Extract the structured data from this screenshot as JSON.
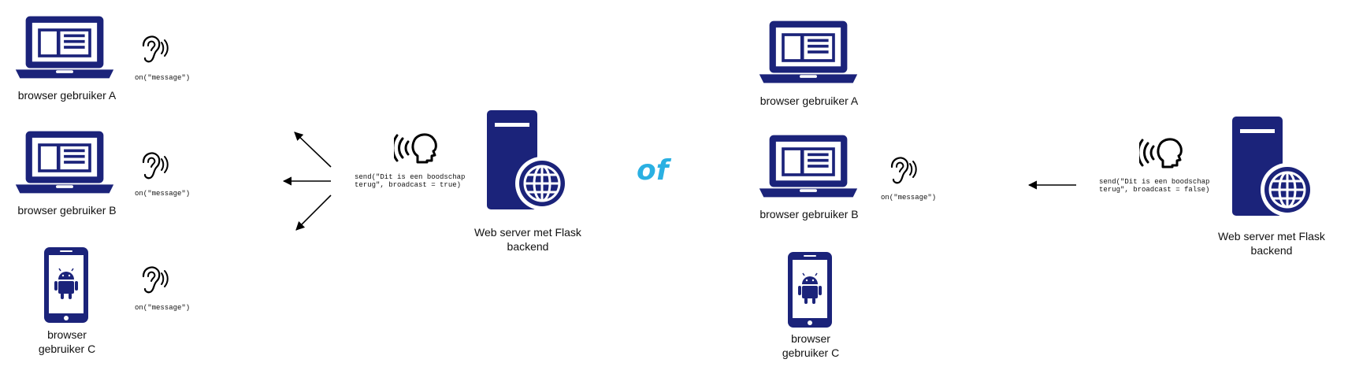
{
  "colors": {
    "device": "#1b237a",
    "connector": "#2ab0e2",
    "arrow": "#000000"
  },
  "separator": "of",
  "left_panel": {
    "devices": [
      {
        "label": "browser gebruiker A",
        "listener": "on(\"message\")",
        "icon": "laptop-icon"
      },
      {
        "label": "browser gebruiker B",
        "listener": "on(\"message\")",
        "icon": "laptop-icon"
      },
      {
        "label_line1": "browser",
        "label_line2": "gebruiker C",
        "listener": "on(\"message\")",
        "icon": "android-phone-icon"
      }
    ],
    "send_call": {
      "line1": "send(\"Dit is een boodschap",
      "line2": "terug\", broadcast = true)"
    },
    "server": {
      "line1": "Web server met Flask",
      "line2": "backend",
      "icon": "web-server-icon"
    }
  },
  "right_panel": {
    "devices": [
      {
        "label": "browser gebruiker A",
        "icon": "laptop-icon"
      },
      {
        "label": "browser gebruiker B",
        "listener": "on(\"message\")",
        "icon": "laptop-icon"
      },
      {
        "label_line1": "browser",
        "label_line2": "gebruiker C",
        "icon": "android-phone-icon"
      }
    ],
    "send_call": {
      "line1": "send(\"Dit is een boodschap",
      "line2": "terug\", broadcast = false)"
    },
    "server": {
      "line1": "Web server met Flask",
      "line2": "backend",
      "icon": "web-server-icon"
    }
  }
}
